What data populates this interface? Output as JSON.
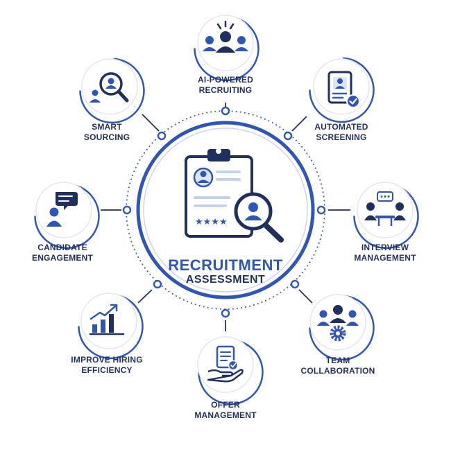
{
  "center": {
    "title_line1": "RECRUITMENT",
    "title_line2": "ASSESSMENT"
  },
  "nodes": [
    {
      "id": "ai-powered-recruiting",
      "lines": [
        "AI-POWERED",
        "RECRUITING"
      ],
      "icon": "team-group-icon"
    },
    {
      "id": "automated-screening",
      "lines": [
        "AUTOMATED",
        "SCREENING"
      ],
      "icon": "profile-document-check-icon"
    },
    {
      "id": "interview-management",
      "lines": [
        "INTERVIEW",
        "MANAGEMENT"
      ],
      "icon": "interview-meeting-icon"
    },
    {
      "id": "team-collaboration",
      "lines": [
        "TEAM",
        "COLLABORATION"
      ],
      "icon": "team-gear-icon"
    },
    {
      "id": "offer-management",
      "lines": [
        "OFFER",
        "MANAGEMENT"
      ],
      "icon": "hand-document-check-icon"
    },
    {
      "id": "improve-hiring-efficiency",
      "lines": [
        "IMPROVE HIRING",
        "EFFICIENCY"
      ],
      "icon": "growth-bar-chart-icon"
    },
    {
      "id": "candidate-engagement",
      "lines": [
        "CANDIDATE",
        "ENGAGEMENT"
      ],
      "icon": "chat-person-icon"
    },
    {
      "id": "smart-sourcing",
      "lines": [
        "SMART",
        "SOURCING"
      ],
      "icon": "magnifier-person-icon"
    }
  ],
  "colors": {
    "primary": "#2f56b5",
    "navy": "#1f2f5e",
    "light": "#dde6f6",
    "ring": "#4a6fc9"
  }
}
